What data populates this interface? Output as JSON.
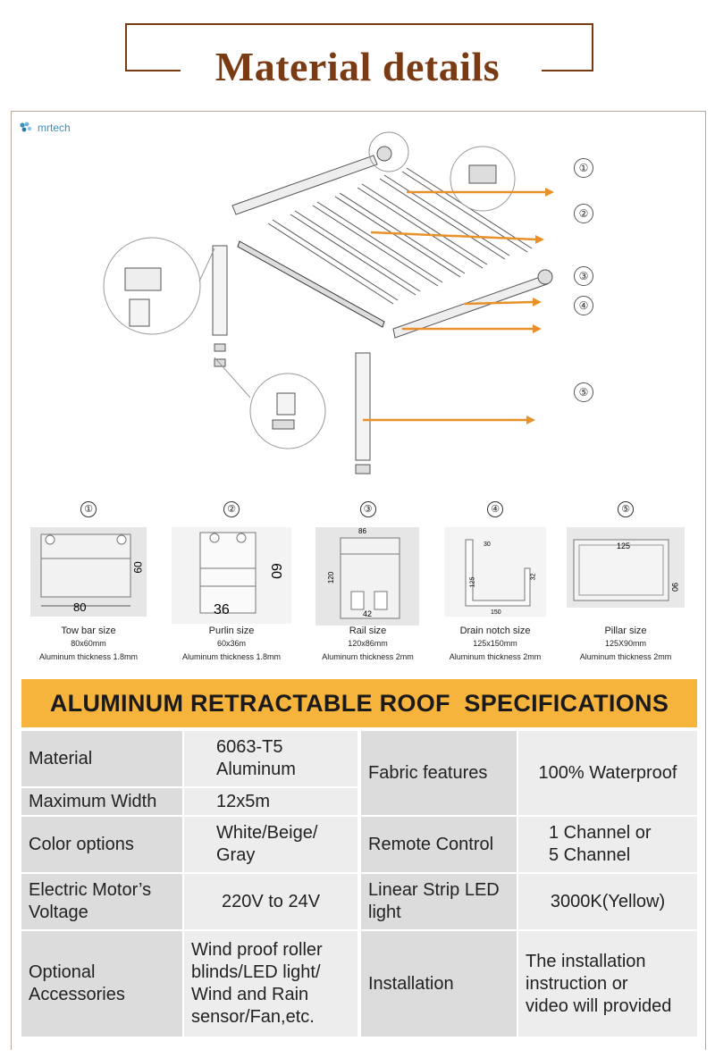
{
  "header": {
    "title": "Material details"
  },
  "logo": {
    "text": "mrtech",
    "icon": "flower-logo-icon"
  },
  "diagram": {
    "callouts": [
      "①",
      "②",
      "③",
      "④",
      "⑤"
    ]
  },
  "profiles": [
    {
      "num": "①",
      "dims": [
        "80",
        "60"
      ],
      "name": "Tow bar size",
      "size": "80x60mm",
      "thickness": "Aluminum thickness  1.8mm"
    },
    {
      "num": "②",
      "dims": [
        "36",
        "60"
      ],
      "name": "Purlin size",
      "size": "60x36m",
      "thickness": "Aluminum thickness  1.8mm"
    },
    {
      "num": "③",
      "dims": [
        "86",
        "120",
        "42"
      ],
      "name": "Rail size",
      "size": "120x86mm",
      "thickness": "Aluminum thickness  2mm"
    },
    {
      "num": "④",
      "dims": [
        "30",
        "125",
        "32",
        "150"
      ],
      "name": "Drain notch size",
      "size": "125x150mm",
      "thickness": "Aluminum thickness  2mm"
    },
    {
      "num": "⑤",
      "dims": [
        "125",
        "90"
      ],
      "name": "Pillar size",
      "size": "125X90mm",
      "thickness": "Aluminum thickness  2mm"
    }
  ],
  "specs": {
    "title": "ALUMINUM RETRACTABLE ROOF  SPECIFICATIONS",
    "left_rows": [
      {
        "label": "Material",
        "value": "6063-T5\nAluminum"
      },
      {
        "label": "Maximum Width",
        "value": "12x5m"
      },
      {
        "label": "Color options",
        "value": "White/Beige/\nGray"
      },
      {
        "label": "Electric Motor’s\nVoltage",
        "value": "220V to 24V"
      },
      {
        "label": "Optional\nAccessories",
        "value": "Wind proof roller\nblinds/LED light/\nWind and Rain\nsensor/Fan,etc."
      }
    ],
    "right_rows": [
      {
        "label": "Fabric features",
        "value": "100% Waterproof"
      },
      {
        "label": "Remote Control",
        "value": "1 Channel or\n5 Channel"
      },
      {
        "label": "Linear Strip LED\nlight",
        "value": "3000K(Yellow)"
      },
      {
        "label": "Installation",
        "value": "The installation\ninstruction or\nvideo will provided"
      }
    ]
  },
  "colors": {
    "brown": "#7a3b14",
    "orange": "#f6b43d",
    "arrow": "#e8912a"
  }
}
